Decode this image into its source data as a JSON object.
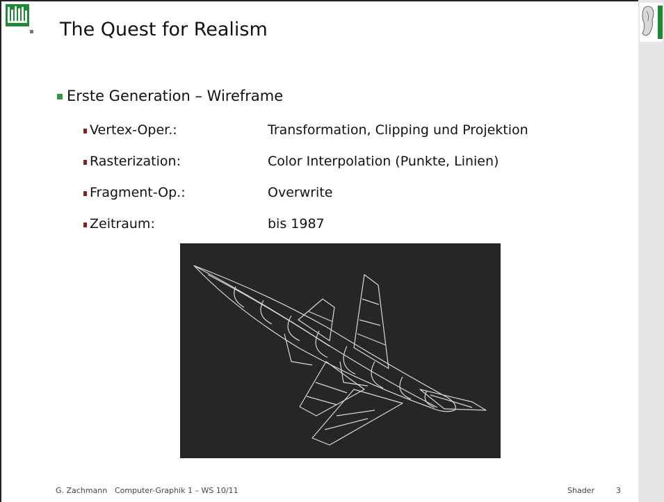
{
  "slide": {
    "title": "The Quest for Realism",
    "bullet": "Erste Generation – Wireframe",
    "rows": [
      {
        "key": "Vertex-Oper.:",
        "value": "Transformation, Clipping und Projektion"
      },
      {
        "key": "Rasterization:",
        "value": "Color Interpolation (Punkte, Linien)"
      },
      {
        "key": "Fragment-Op.:",
        "value": "Overwrite"
      },
      {
        "key": "Zeitraum:",
        "value": "bis 1987"
      }
    ]
  },
  "footer": {
    "author": "G. Zachmann",
    "course": "Computer-Graphik 1 – WS 10/11",
    "section": "Shader",
    "page": "3"
  },
  "colors": {
    "accent_green": "#2e9a3c",
    "sub_bullet_red": "#8b2018",
    "sidebar_gray": "#e6e6e6",
    "image_bg": "#262626"
  },
  "icons": {
    "top_left": "university-crest-icon",
    "top_right": "portrait-logo-icon"
  }
}
